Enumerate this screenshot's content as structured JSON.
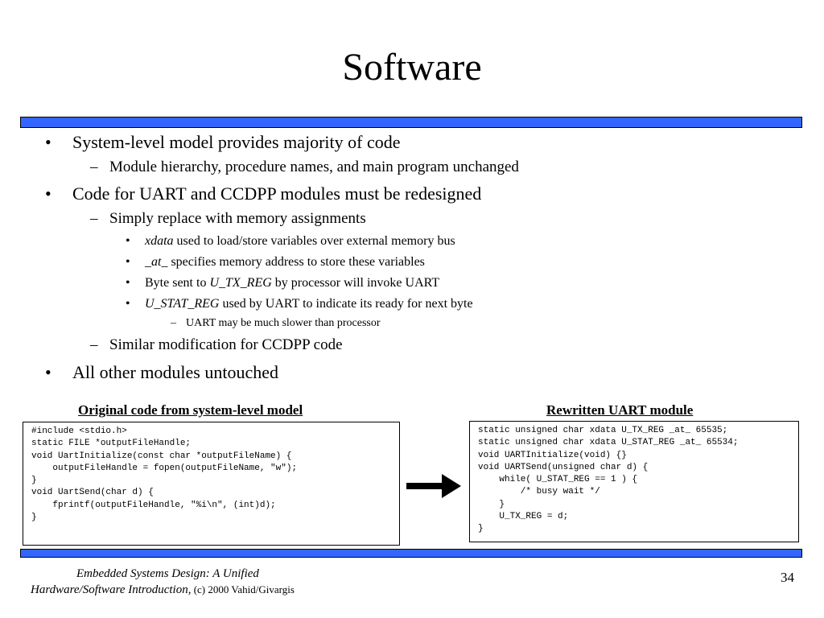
{
  "slide": {
    "title": "Software",
    "page_number": "34"
  },
  "bullets": {
    "b1": "System-level model provides majority of code",
    "b1_1": "Module hierarchy, procedure names, and main program unchanged",
    "b2": "Code for UART and CCDPP modules must be redesigned",
    "b2_1": "Simply replace with memory assignments",
    "b2_1_1_em": "xdata",
    "b2_1_1_rest": " used to load/store variables over external memory bus",
    "b2_1_2_em": "_at_",
    "b2_1_2_rest": " specifies memory address to store these variables",
    "b2_1_3_pre": "Byte sent to ",
    "b2_1_3_em": "U_TX_REG",
    "b2_1_3_post": " by processor will invoke UART",
    "b2_1_4_em": "U_STAT_REG",
    "b2_1_4_rest": " used by UART to indicate its ready for next byte",
    "b2_1_4_1": "UART may be much slower than processor",
    "b2_2": "Similar modification for CCDPP code",
    "b3": "All other modules untouched"
  },
  "markers": {
    "bullet": "•",
    "dash": "–"
  },
  "captions": {
    "left": "Original code from system-level model",
    "right": "Rewritten UART module"
  },
  "code": {
    "original": "#include <stdio.h>\nstatic FILE *outputFileHandle;\nvoid UartInitialize(const char *outputFileName) {\n    outputFileHandle = fopen(outputFileName, \"w\");\n}\nvoid UartSend(char d) {\n    fprintf(outputFileHandle, \"%i\\n\", (int)d);\n}",
    "rewritten": "static unsigned char xdata U_TX_REG _at_ 65535;\nstatic unsigned char xdata U_STAT_REG _at_ 65534;\nvoid UARTInitialize(void) {}\nvoid UARTSend(unsigned char d) {\n    while( U_STAT_REG == 1 ) {\n        /* busy wait */\n    }\n    U_TX_REG = d;\n}"
  },
  "footer": {
    "line1": "Embedded Systems Design: A Unified",
    "line2_italic": "Hardware/Software Introduction,",
    "line2_normal": " (c) 2000 Vahid/Givargis"
  },
  "colors": {
    "rule": "#3366ff"
  }
}
